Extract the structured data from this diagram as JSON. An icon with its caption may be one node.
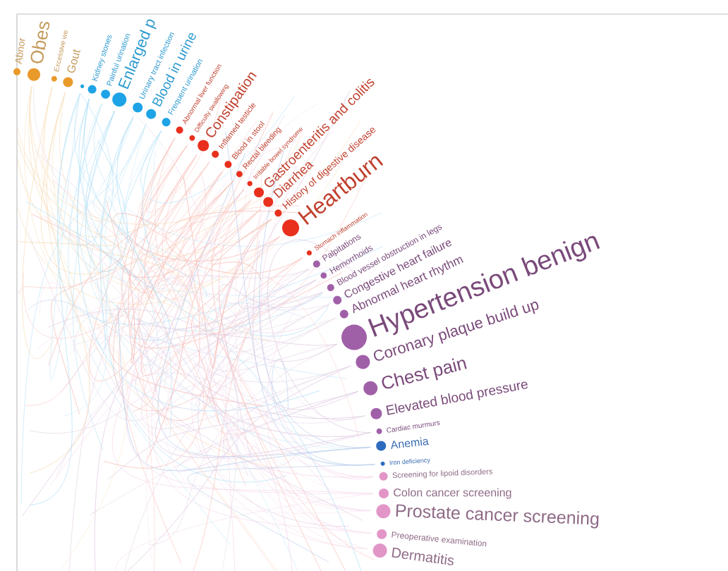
{
  "diagram": {
    "nodes": [
      {
        "text": [
          "Abnor"
        ]
      },
      {
        "text": [
          "Obes"
        ]
      },
      {
        "text": [
          "Excessive we"
        ]
      },
      {
        "text": [
          "Gout"
        ]
      },
      {
        "text": [],
        "shape": "circle"
      },
      {
        "text": [
          "Kidney stones"
        ]
      },
      {
        "text": [
          "Painful urination"
        ]
      },
      {
        "text": [
          "Enlarged p"
        ]
      },
      {
        "text": [
          "Urinary tract infection"
        ]
      },
      {
        "text": [
          "Blood in urine"
        ]
      },
      {
        "text": [
          "Frequent urination"
        ]
      },
      {
        "text": [
          "Abnormal liver function"
        ]
      },
      {
        "text": [
          "Difficulty swallowing"
        ]
      },
      {
        "text": [
          "Constipation"
        ]
      },
      {
        "text": [
          "Inflamed testicle"
        ]
      },
      {
        "text": [
          "Blood in stool"
        ]
      },
      {
        "text": [
          "Rectal bleeding"
        ]
      },
      {
        "text": [
          "Irritable bowel syndrome"
        ]
      },
      {
        "text": [
          "Gastroenteritis and colitis"
        ]
      },
      {
        "text": [
          "Diarrhea"
        ]
      },
      {
        "text": [
          "History of digestive disease"
        ]
      },
      {
        "text": [
          "Heartburn"
        ]
      },
      {
        "text": [
          "Stomach inflammation"
        ]
      },
      {
        "text": [
          "Palpitations"
        ]
      },
      {
        "text": [
          "Hemorrhoids"
        ]
      },
      {
        "text": [
          "Blood vessel obstruction in legs"
        ]
      },
      {
        "text": [
          "Congestive heart failure"
        ]
      },
      {
        "text": [
          "Abnormal heart rhythm"
        ]
      },
      {
        "text": [
          "Hypertension benign"
        ]
      },
      {
        "text": [
          "Coronary plaque build up"
        ]
      },
      {
        "text": [
          "Chest pain"
        ]
      },
      {
        "text": [
          "Elevated blood pressure"
        ]
      },
      {
        "text": [
          "Cardiac murmurs"
        ]
      },
      {
        "text": [
          "Anemia"
        ]
      },
      {
        "text": [
          "Iron deficiency"
        ]
      },
      {
        "text": [
          "Screening for lipoid disorders"
        ]
      },
      {
        "text": [
          "Colon cancer screening"
        ]
      },
      {
        "text": [
          "Prostate cancer screening"
        ]
      },
      {
        "text": [
          "Preoperative examination"
        ]
      },
      {
        "text": [
          "Dermatitis"
        ]
      }
    ]
  }
}
